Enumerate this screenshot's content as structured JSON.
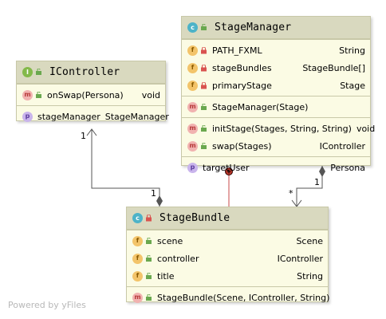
{
  "diagram": {
    "icontroller": {
      "badge": "I",
      "title": "IController",
      "methods": [
        {
          "badge": "m",
          "name": "onSwap(Persona)",
          "type": "void"
        }
      ],
      "properties": [
        {
          "badge": "p",
          "name": "stageManager",
          "type": "StageManager"
        }
      ]
    },
    "stagemanager": {
      "badge": "c",
      "title": "StageManager",
      "fields": [
        {
          "badge": "f",
          "name": "PATH_FXML",
          "type": "String"
        },
        {
          "badge": "f",
          "name": "stageBundles",
          "type": "StageBundle[]"
        },
        {
          "badge": "f",
          "name": "primaryStage",
          "type": "Stage"
        }
      ],
      "constructors": [
        {
          "badge": "m",
          "name": "StageManager(Stage)",
          "type": ""
        }
      ],
      "methods": [
        {
          "badge": "m",
          "name": "initStage(Stages, String, String)",
          "type": "void"
        },
        {
          "badge": "m",
          "name": "swap(Stages)",
          "type": "IController"
        }
      ],
      "properties": [
        {
          "badge": "p",
          "name": "targetUser",
          "type": "Persona"
        }
      ]
    },
    "stagebundle": {
      "badge": "c",
      "title": "StageBundle",
      "fields": [
        {
          "badge": "f",
          "name": "scene",
          "type": "Scene"
        },
        {
          "badge": "f",
          "name": "controller",
          "type": "IController"
        },
        {
          "badge": "f",
          "name": "title",
          "type": "String"
        }
      ],
      "constructors": [
        {
          "badge": "m",
          "name": "StageBundle(Scene, IController, String)",
          "type": ""
        }
      ]
    },
    "edges": {
      "bundle_to_controller_source": "1",
      "bundle_to_controller_target": "1",
      "manager_to_bundle_source": "1",
      "manager_to_bundle_target": "*"
    },
    "watermark": "Powered by yFiles"
  },
  "colors": {
    "header": "#d9d9bf",
    "body": "#fbfbe4",
    "border": "#c8c8a8",
    "edge": "#555555",
    "inner_class_edge": "#c84a4a"
  }
}
